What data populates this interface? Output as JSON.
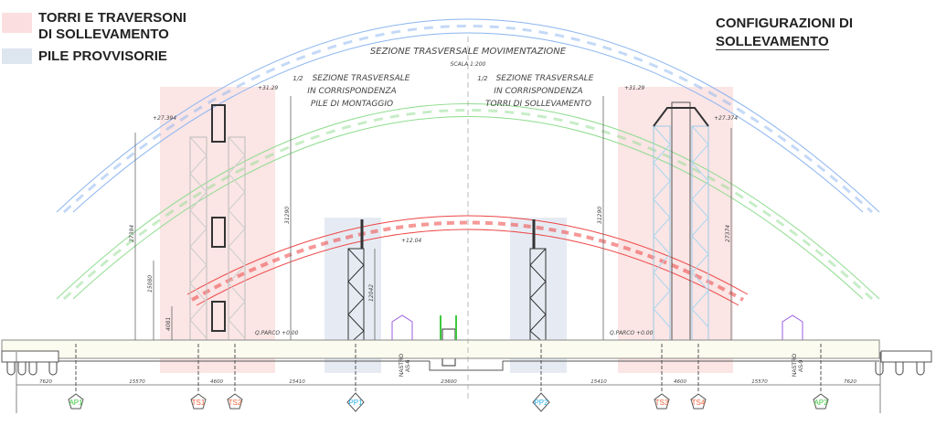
{
  "legend": [
    {
      "label_line1": "TORRI E TRAVERSONI",
      "label_line2": "DI SOLLEVAMENTO",
      "color": "#fbdfe0"
    },
    {
      "label_line1": "PILE PROVVISORIE",
      "color": "#dde5ef"
    }
  ],
  "config_title": {
    "line1": "CONFIGURAZIONI DI",
    "line2": "SOLLEVAMENTO"
  },
  "section": {
    "title": "SEZIONE TRASVERSALE MOVIMENTAZIONE",
    "scale": "SCALA 1:200",
    "left": {
      "fraction": "1/2",
      "line1": "SEZIONE TRASVERSALE",
      "line2": "IN CORRISPONDENZA",
      "line3": "PILE DI MONTAGGIO"
    },
    "right": {
      "fraction": "1/2",
      "line1": "SEZIONE TRASVERSALE",
      "line2": "IN CORRISPONDENZA",
      "line3": "TORRI DI SOLLEVAMENTO"
    }
  },
  "elevations": {
    "top_left": "+31.29",
    "top_right": "+31.29",
    "arch_left": "+27.394",
    "arch_right": "+27.374",
    "pile": "+12.04",
    "ground_left": "Q.PARCO +0.00",
    "ground_right": "Q.PARCO +0.00"
  },
  "vertical_dims": {
    "d27394": "27394",
    "d15080": "15080",
    "d4081": "4081",
    "d31290_l": "31290",
    "d31290_r": "31290",
    "d27374": "27374",
    "d12042": "12042"
  },
  "nastro": [
    {
      "line1": "NASTRO",
      "line2": "AS-6"
    },
    {
      "line1": "NASTRO",
      "line2": "AS-9"
    }
  ],
  "dimensions": [
    "7620",
    "15570",
    "4600",
    "15410",
    "23600",
    "15410",
    "4600",
    "15570",
    "7620"
  ],
  "axes": [
    {
      "label": "AP1",
      "color": "#3ec93e",
      "shape": "pentagon"
    },
    {
      "label": "TS1",
      "color": "#f0643c",
      "shape": "pentagon"
    },
    {
      "label": "TS2",
      "color": "#f0643c",
      "shape": "pentagon"
    },
    {
      "label": "PP1",
      "color": "#2ab0e8",
      "shape": "diamond"
    },
    {
      "label": "PP2",
      "color": "#2ab0e8",
      "shape": "diamond"
    },
    {
      "label": "TS3",
      "color": "#f0643c",
      "shape": "pentagon"
    },
    {
      "label": "TS4",
      "color": "#f0643c",
      "shape": "pentagon"
    },
    {
      "label": "AP2",
      "color": "#3ec93e",
      "shape": "pentagon"
    }
  ],
  "colors": {
    "arch_high": "#8ab4f0",
    "arch_mid": "#8fdc8f",
    "arch_low": "#ee4444"
  }
}
